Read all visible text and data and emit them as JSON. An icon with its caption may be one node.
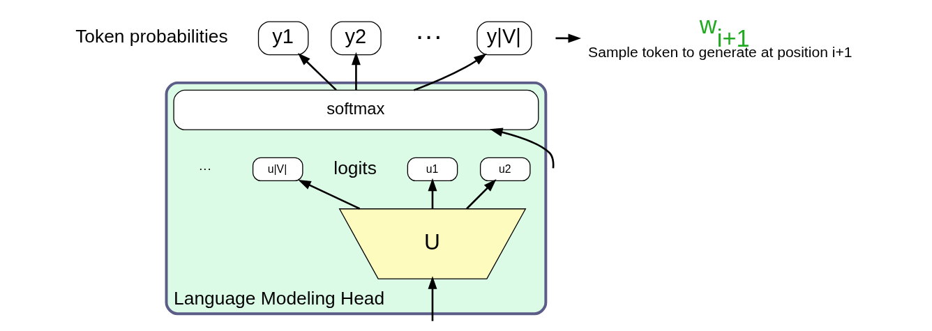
{
  "diagram": {
    "nodes": [
      {
        "text": [
          "y1"
        ]
      },
      {
        "text": [
          "y2"
        ]
      },
      {
        "text": [
          "y|V|"
        ]
      },
      {
        "text": [
          "w$_{i+1}$"
        ],
        "beside": [
          "Sample token to generate at position i+1"
        ]
      },
      {
        "text": [
          "Language Modeling Head"
        ]
      },
      {
        "text": [
          "softmax"
        ],
        "in": 4
      },
      {
        "text": [
          "u1"
        ],
        "in": 4
      },
      {
        "text": [
          "u2"
        ],
        "in": 4
      },
      {
        "text": [
          "u|V|"
        ],
        "in": 4
      },
      {
        "text": [
          "U"
        ],
        "in": 4
      }
    ],
    "edges": [
      {
        "from": 9,
        "to": 6,
        "arrow": "to"
      },
      {
        "from": 9,
        "to": 7,
        "arrow": "to"
      },
      {
        "from": 9,
        "to": 8,
        "arrow": "to"
      },
      {
        "from": null,
        "to": 5,
        "arrow": "to"
      },
      {
        "from": 5,
        "to": 0,
        "arrow": "to"
      },
      {
        "from": 5,
        "to": 1,
        "arrow": "to"
      },
      {
        "from": 5,
        "to": 2,
        "arrow": "to"
      },
      {
        "from": null,
        "to": 9,
        "arrow": "to"
      },
      {
        "from": null,
        "to": 3,
        "arrow": "to"
      }
    ],
    "labels": [
      "Token probabilities",
      "···",
      "logits",
      "···"
    ]
  }
}
